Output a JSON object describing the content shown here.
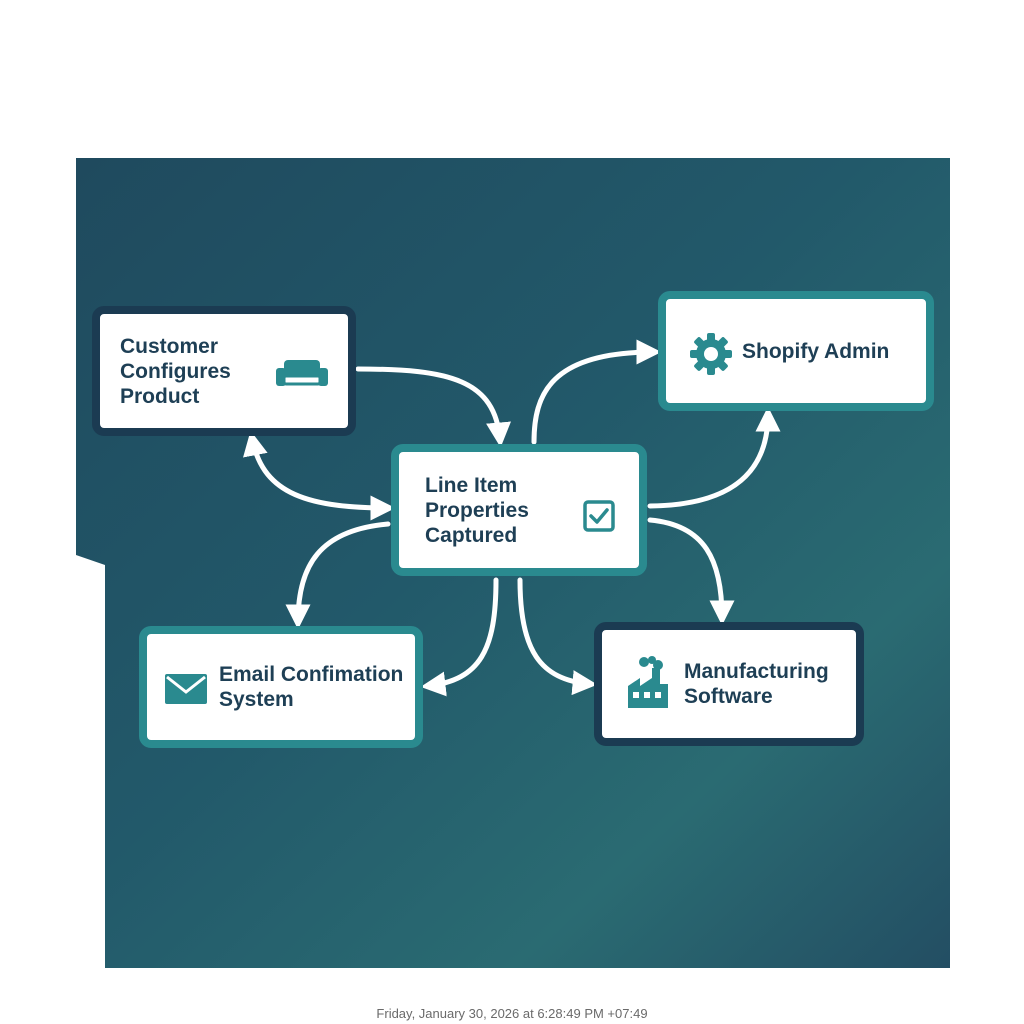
{
  "colors": {
    "panel_dark": "#1f4a5e",
    "panel_teal": "#2a6b72",
    "node_border_dark": "#1b3b52",
    "node_border_teal": "#2a8a8f",
    "text": "#1e3f55",
    "icon_teal": "#2a8a8f",
    "arrow": "#ffffff"
  },
  "nodes": {
    "customer": {
      "label": "Customer\nConfigures\nProduct",
      "icon": "sofa-icon"
    },
    "shopify": {
      "label": "Shopify Admin",
      "icon": "gear-icon"
    },
    "center": {
      "label": "Line Item\nProperties\nCaptured",
      "icon": "checkbox-icon"
    },
    "email": {
      "label": "Email Confimation\nSystem",
      "icon": "envelope-icon"
    },
    "manufacturing": {
      "label": "Manufacturing\nSoftware",
      "icon": "factory-icon"
    }
  },
  "footer": {
    "timestamp": "Friday, January 30, 2026 at 6:28:49 PM +07:49"
  }
}
